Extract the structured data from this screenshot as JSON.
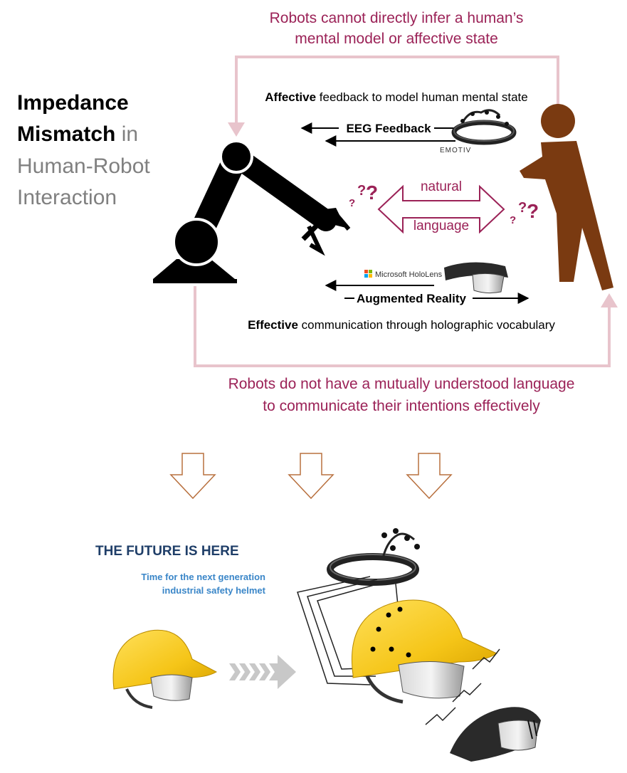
{
  "title": {
    "line1": "Impedance",
    "line2_bold": "Mismatch",
    "line2_rest": " in",
    "line3": "Human-Robot",
    "line4": "Interaction"
  },
  "top_caption": {
    "line1": "Robots cannot directly infer a human’s",
    "line2": "mental model or affective state"
  },
  "affective": {
    "bold": "Affective",
    "rest": " feedback to model human mental state"
  },
  "eeg_label": "EEG Feedback",
  "emotiv_brand": "EMOTIV",
  "natural_label": "natural",
  "language_label": "language",
  "question_marks": "?",
  "hololens_brand": "Microsoft HoloLens",
  "ar_label": "Augmented Reality",
  "effective": {
    "bold": "Effective",
    "rest": " communication through holographic vocabulary"
  },
  "bottom_caption": {
    "line1": "Robots do not have a mutually understood language",
    "line2": "to communicate their intentions effectively"
  },
  "future": {
    "heading": "THE FUTURE IS HERE",
    "sub1": "Time for the next generation",
    "sub2": "industrial safety helmet"
  },
  "colors": {
    "maroon": "#9b2257",
    "pink_loop": "#e8c4cc",
    "human_brown": "#7a3a11",
    "robot_black": "#000000",
    "helmet_yellow": "#f5c518",
    "future_navy": "#1f3e68",
    "future_blue": "#3a86c8",
    "down_arrow_stroke": "#b8703e",
    "gray_title": "#808080"
  }
}
